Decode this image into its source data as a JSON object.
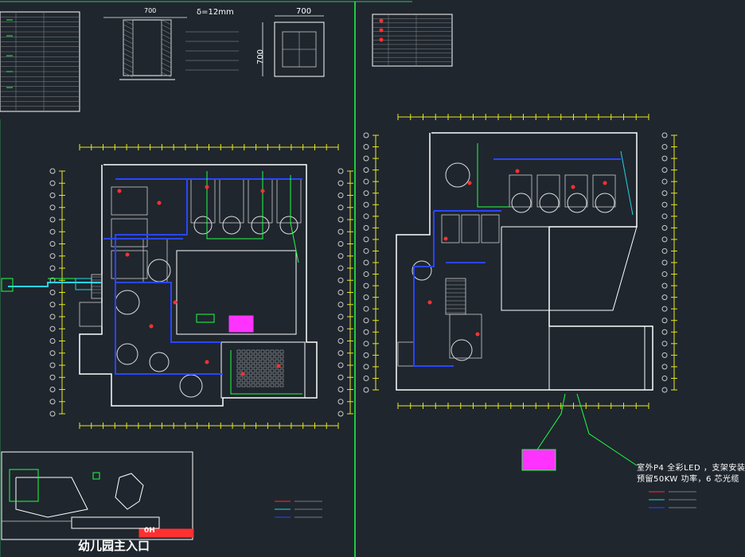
{
  "colors": {
    "background": "#1f262e",
    "frame": "#2e8b57",
    "wall": "#ffffff",
    "axis": "#e8e820",
    "conduit_blue": "#2a45ff",
    "cable_green": "#22ff44",
    "cable_cyan": "#27d3e3",
    "device_red": "#ff3030",
    "led_screen": "#ff33ff"
  },
  "left_sheet": {
    "detail_depth_label": "δ=12mm",
    "detail_width": "700",
    "pit_width_top": "700",
    "pit_height_side": "700",
    "entrance_title": "幼儿园主入口",
    "entrance_tag": "0H"
  },
  "right_sheet": {
    "led_note_line1": "室外P4 全彩LED ，支架安装",
    "led_note_line2": "预留50KW 功率，6 芯光缆"
  }
}
